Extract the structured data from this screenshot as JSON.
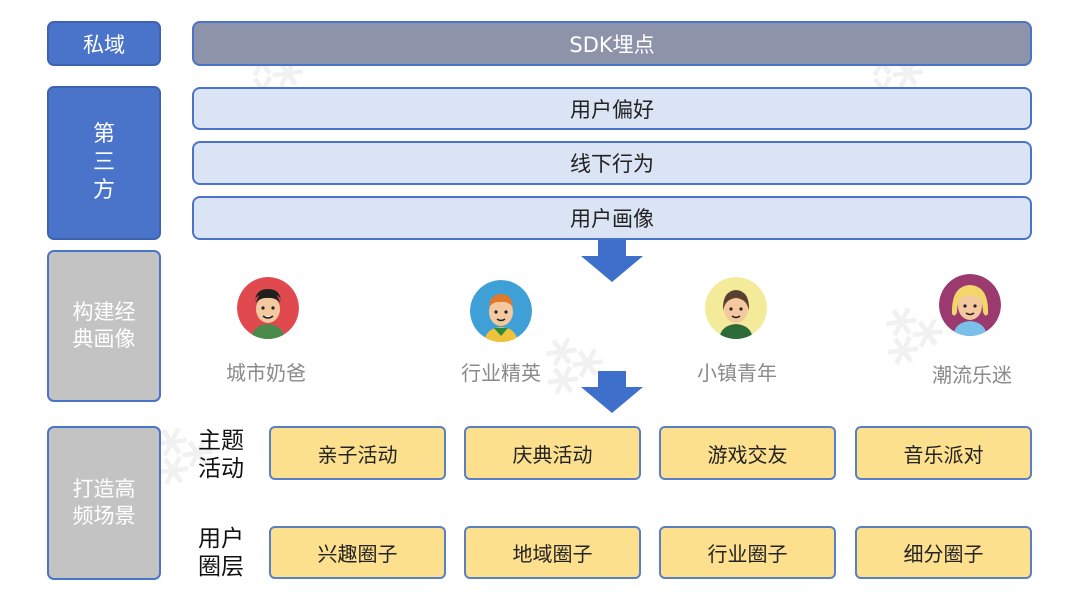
{
  "left_labels": {
    "private": "私域",
    "third_party": [
      "第",
      "三",
      "方"
    ],
    "build_persona": [
      "构建经",
      "典画像"
    ],
    "build_scenes": [
      "打造高",
      "频场景"
    ]
  },
  "bars": {
    "sdk": "SDK埋点",
    "preference": "用户偏好",
    "offline": "线下行为",
    "portrait": "用户画像"
  },
  "personas": [
    {
      "label": "城市奶爸",
      "icon": "dad-avatar-icon",
      "color": "#e04a4f"
    },
    {
      "label": "行业精英",
      "icon": "elite-avatar-icon",
      "color": "#3fa0d8"
    },
    {
      "label": "小镇青年",
      "icon": "youth-avatar-icon",
      "color": "#f3ea9a"
    },
    {
      "label": "潮流乐迷",
      "icon": "music-fan-avatar-icon",
      "color": "#9a3a6e"
    }
  ],
  "rows": {
    "activity_label": [
      "主题",
      "活动"
    ],
    "activities": [
      "亲子活动",
      "庆典活动",
      "游戏交友",
      "音乐派对"
    ],
    "layer_label": [
      "用户",
      "圈层"
    ],
    "circles": [
      "兴趣圈子",
      "地域圈子",
      "行业圈子",
      "细分圈子"
    ]
  },
  "colors": {
    "blue": "#4a74c9",
    "sdk_bar": "#8d94aa",
    "light_bar": "#dbe4f4",
    "yellow_box": "#fde08e",
    "gray_side": "#c3c3c3"
  }
}
